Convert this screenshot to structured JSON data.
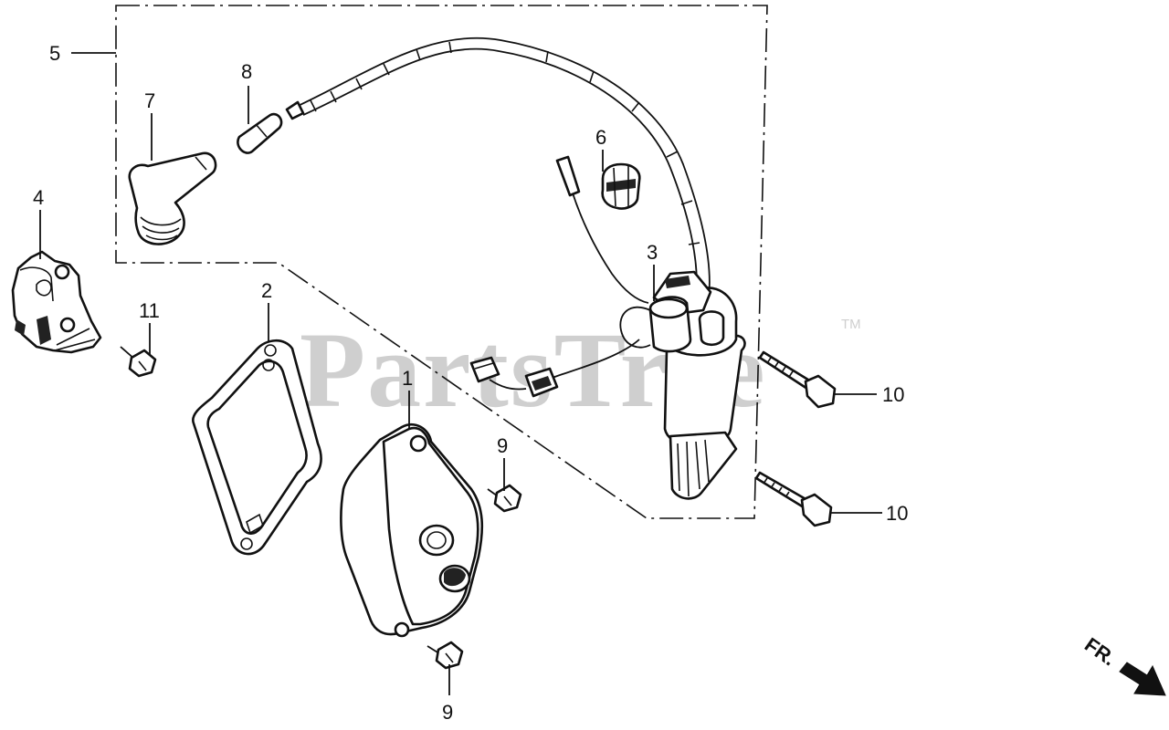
{
  "watermark": {
    "text": "PartsTree",
    "trademark": "TM"
  },
  "callouts": {
    "c1": "1",
    "c2": "2",
    "c3": "3",
    "c4": "4",
    "c5": "5",
    "c6": "6",
    "c7": "7",
    "c8": "8",
    "c9a": "9",
    "c9b": "9",
    "c10a": "10",
    "c10b": "10",
    "c11": "11"
  },
  "direction_label": "FR.",
  "icons": {
    "front_arrow": "arrow-right-down-icon"
  }
}
